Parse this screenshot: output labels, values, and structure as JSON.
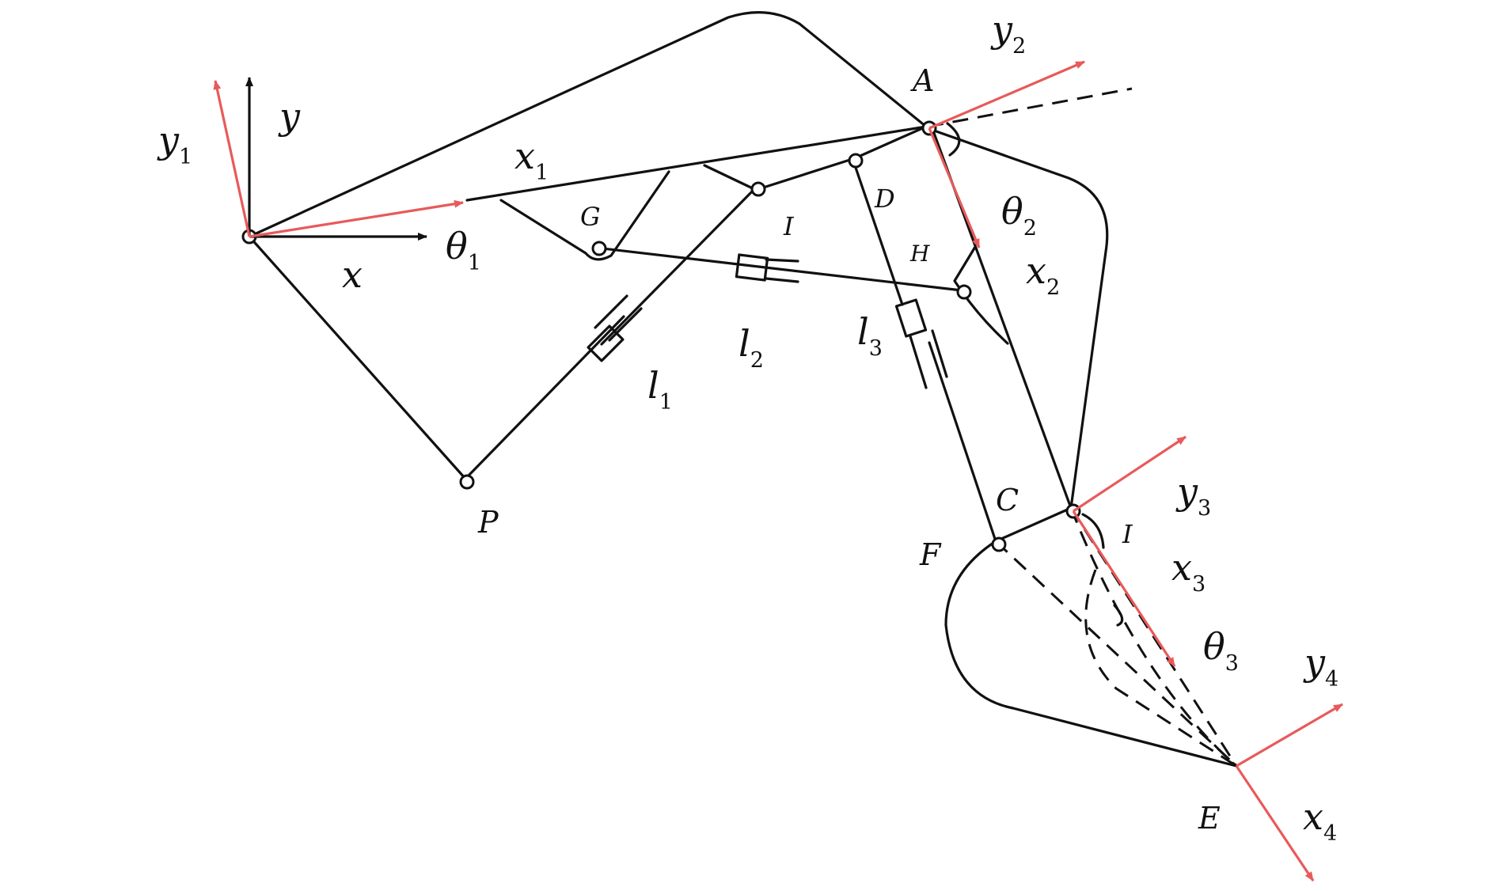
{
  "colors": {
    "frame_red": "#e85a5a",
    "ink": "#111111"
  },
  "points": [
    {
      "name": "A"
    },
    {
      "name": "D"
    },
    {
      "name": "G"
    },
    {
      "name": "I_upper",
      "text": "I"
    },
    {
      "name": "H"
    },
    {
      "name": "P"
    },
    {
      "name": "C"
    },
    {
      "name": "F"
    },
    {
      "name": "I_lower",
      "text": "I"
    },
    {
      "name": "E"
    }
  ],
  "axes": {
    "x": "x",
    "y": "y",
    "x1": "x",
    "x1_sub": "1",
    "y1": "y",
    "y1_sub": "1",
    "x2": "x",
    "x2_sub": "2",
    "y2": "y",
    "y2_sub": "2",
    "x3": "x",
    "x3_sub": "3",
    "y3": "y",
    "y3_sub": "3",
    "x4": "x",
    "x4_sub": "4",
    "y4": "y",
    "y4_sub": "4"
  },
  "angles": {
    "theta1": "θ",
    "theta1_sub": "1",
    "theta2": "θ",
    "theta2_sub": "2",
    "theta3": "θ",
    "theta3_sub": "3"
  },
  "cylinders": {
    "l1": "l",
    "l1_sub": "1",
    "l2": "l",
    "l2_sub": "2",
    "l3": "l",
    "l3_sub": "3"
  }
}
